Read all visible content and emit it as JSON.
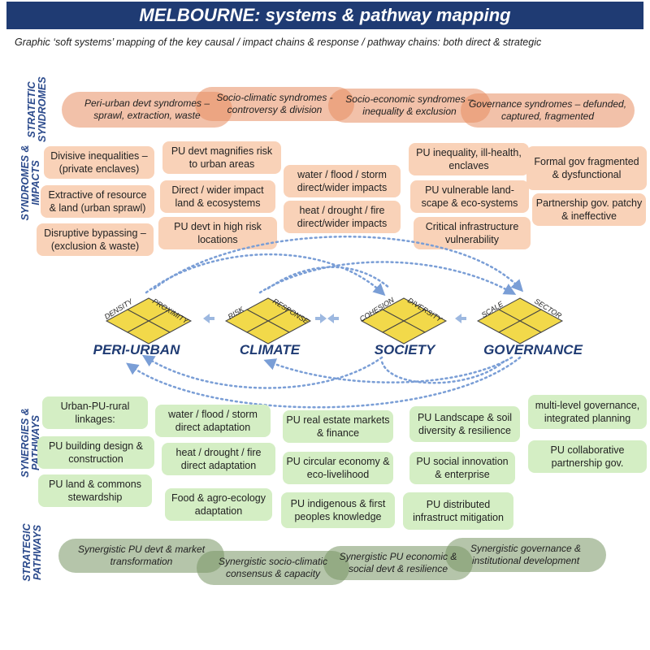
{
  "title": "MELBOURNE: systems & pathway mapping",
  "subtitle": "Graphic ‘soft systems’ mapping of the key causal / impact chains & response / pathway chains:  both direct & strategic",
  "row_labels": {
    "strategic_syndromes": [
      "STRATETIC",
      "SYNDROMES"
    ],
    "syndromes_impacts": [
      "SYNDROMES &",
      "IMPACTS"
    ],
    "synergies_pathways": [
      "SYNERGIES &",
      "PATHWAYS"
    ],
    "strategic_pathways": [
      "STRATEGIC",
      "PATHWAYS"
    ]
  },
  "strategic_syndromes": [
    "Peri-urban devt syndromes – sprawl, extraction, waste",
    "Socio-climatic syndromes - controversy & division",
    "Socio-economic syndromes – inequality & exclusion",
    "Governance syndromes – defunded, captured, fragmented"
  ],
  "impacts": {
    "periurban": [
      "Divisive inequalities – (private enclaves)",
      "Extractive of resource & land (urban sprawl)",
      "Disruptive bypassing – (exclusion & waste)"
    ],
    "periurban_climate": [
      "PU devt magnifies risk to urban areas",
      "Direct / wider impact land & ecosystems",
      "PU devt in high risk locations"
    ],
    "climate": [
      "water / flood / storm direct/wider impacts",
      "heat / drought / fire direct/wider impacts"
    ],
    "society": [
      "PU inequality, ill-health, enclaves",
      "PU vulnerable land-scape & eco-systems",
      "Critical infrastructure vulnerability"
    ],
    "governance": [
      "Formal gov fragmented & dysfunctional",
      "Partnership gov. patchy & ineffective"
    ]
  },
  "hubs": [
    {
      "name": "PERI-URBAN",
      "dims": [
        "DENSITY",
        "PROXIMITY"
      ]
    },
    {
      "name": "CLIMATE",
      "dims": [
        "RISK",
        "RESPONSE"
      ]
    },
    {
      "name": "SOCIETY",
      "dims": [
        "COHESION",
        "DIVERSITY"
      ]
    },
    {
      "name": "GOVERNANCE",
      "dims": [
        "SCALE",
        "SECTOR"
      ]
    }
  ],
  "pathways": {
    "periurban": [
      "Urban-PU-rural linkages:",
      "PU building design & construction",
      "PU  land & commons stewardship"
    ],
    "climate": [
      "water / flood / storm direct adaptation",
      "heat / drought / fire direct adaptation",
      "Food &  agro-ecology adaptation"
    ],
    "society_a": [
      "PU real estate markets & finance",
      "PU circular economy & eco-livelihood",
      "PU indigenous & first peoples knowledge"
    ],
    "society_b": [
      "PU Landscape & soil diversity & resilience",
      "PU social innovation & enterprise",
      "PU distributed infrastruct mitigation"
    ],
    "governance": [
      "multi-level governance, integrated planning",
      "PU collaborative partnership gov."
    ]
  },
  "strategic_pathways": [
    "Synergistic PU devt & market transformation",
    "Synergistic socio-climatic consensus & capacity",
    "Synergistic PU economic & social devt & resilience",
    "Synergistic governance & institutional development"
  ],
  "colors": {
    "title_bg": "#1f3b73",
    "row_label": "#2b4a8c",
    "impact_box": "#f9d2b8",
    "pathway_box": "#d4eec4",
    "diamond": "#f2d94a",
    "arrow": "#7a9ed6"
  }
}
